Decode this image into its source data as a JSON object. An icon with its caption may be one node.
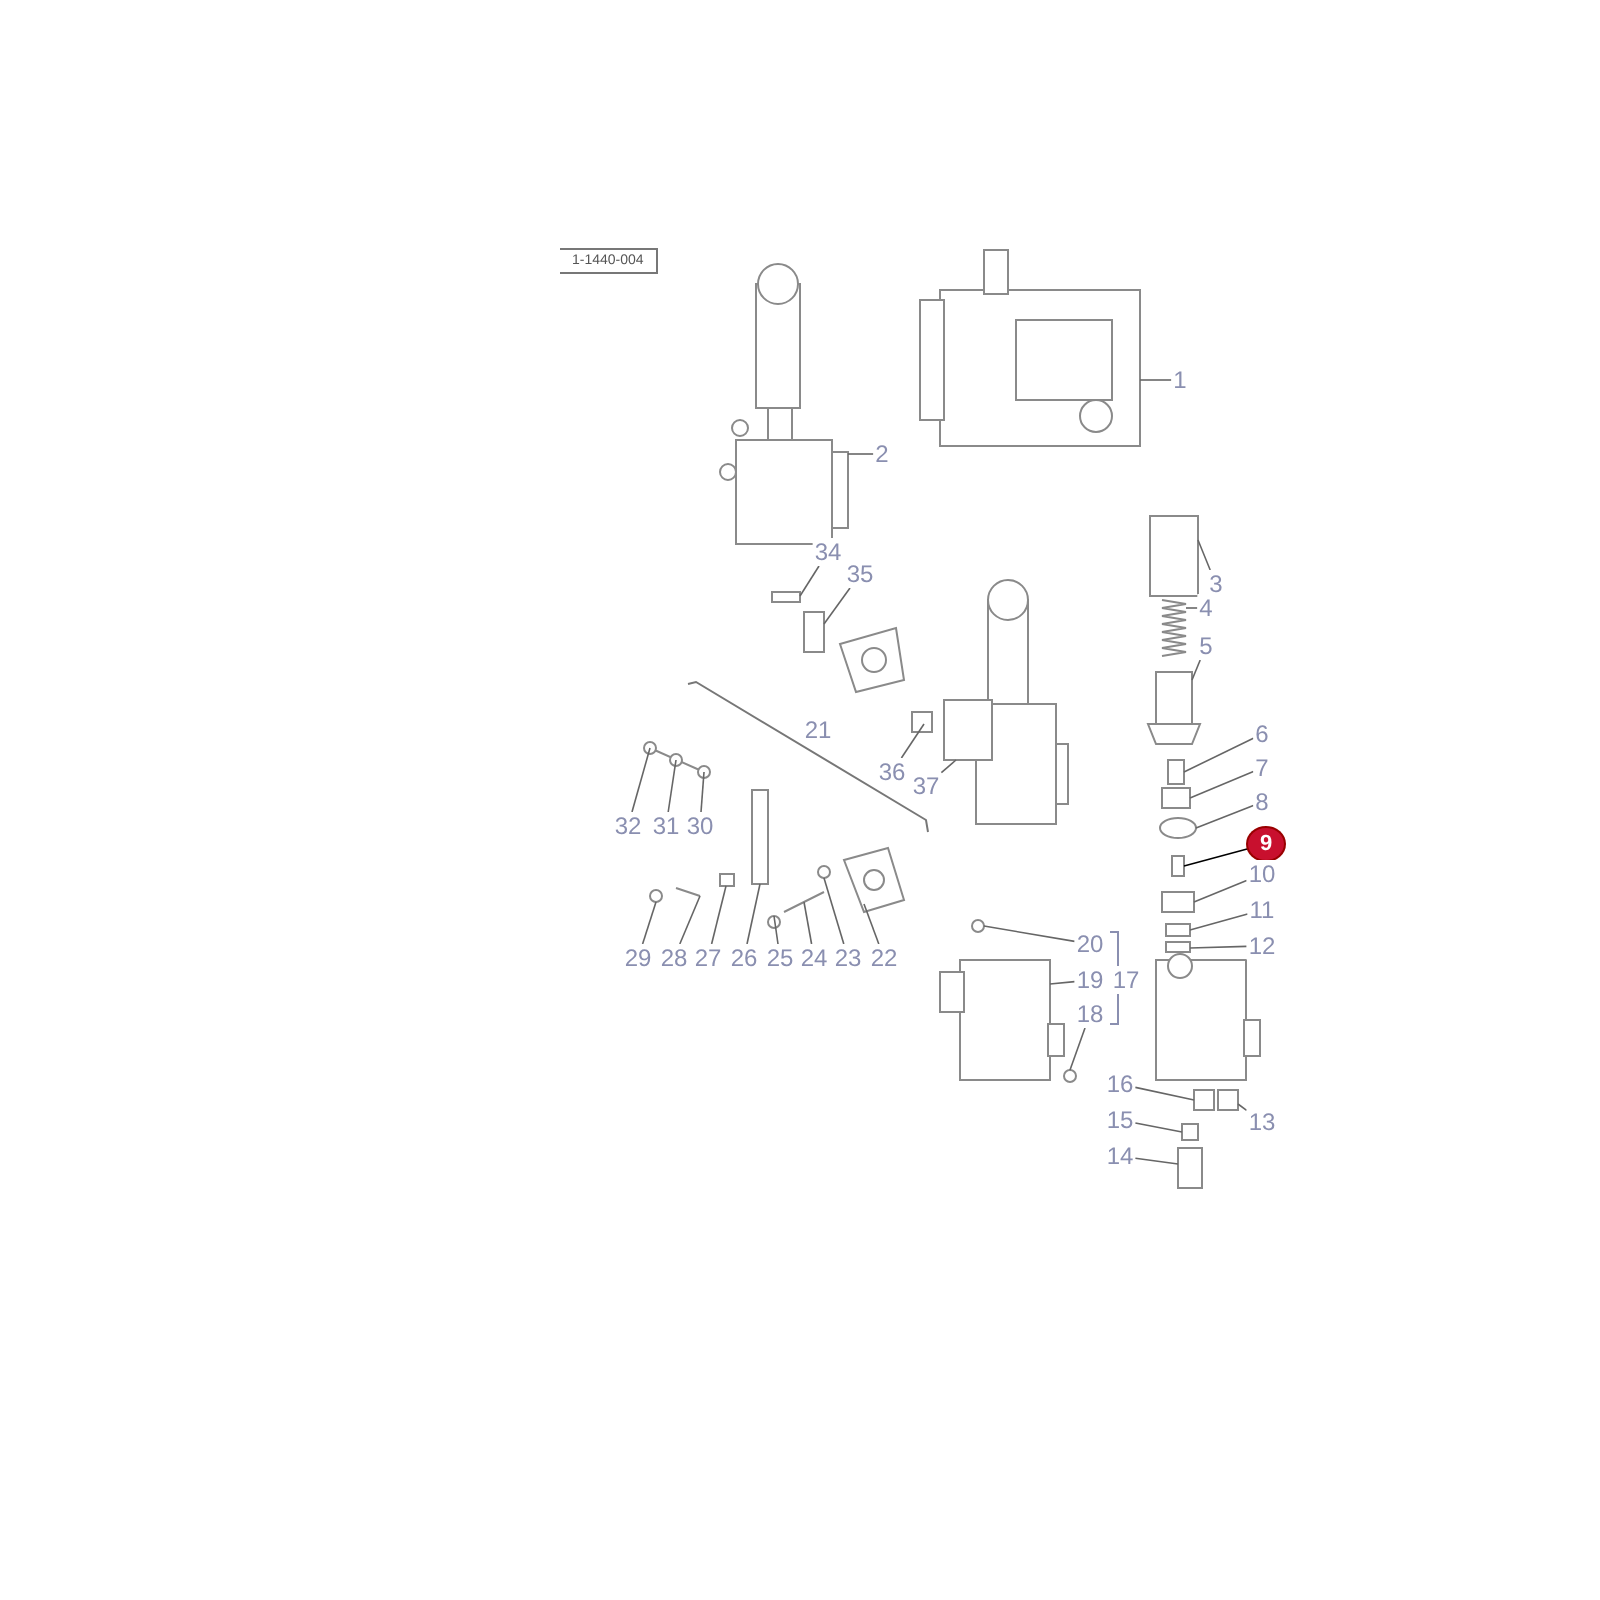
{
  "diagram": {
    "nodes": [
      {
        "text": [
          "1-1440-004"
        ]
      },
      {
        "text": [
          "1"
        ]
      },
      {
        "text": [
          "2"
        ]
      },
      {
        "text": [
          "3"
        ]
      },
      {
        "text": [
          "4"
        ]
      },
      {
        "text": [
          "5"
        ]
      },
      {
        "text": [
          "6"
        ]
      },
      {
        "text": [
          "7"
        ]
      },
      {
        "text": [
          "8"
        ]
      },
      {
        "text": [
          "9"
        ]
      },
      {
        "text": [
          "10"
        ]
      },
      {
        "text": [
          "11"
        ]
      },
      {
        "text": [
          "12"
        ]
      },
      {
        "text": [
          "13"
        ]
      },
      {
        "text": [
          "14"
        ]
      },
      {
        "text": [
          "15"
        ]
      },
      {
        "text": [
          "16"
        ]
      },
      {
        "text": [
          "17"
        ]
      },
      {
        "text": [
          "18"
        ]
      },
      {
        "text": [
          "19"
        ]
      },
      {
        "text": [
          "20"
        ]
      },
      {
        "text": [
          "21"
        ]
      },
      {
        "text": [
          "22"
        ]
      },
      {
        "text": [
          "23"
        ]
      },
      {
        "text": [
          "24"
        ]
      },
      {
        "text": [
          "25"
        ]
      },
      {
        "text": [
          "26"
        ]
      },
      {
        "text": [
          "27"
        ]
      },
      {
        "text": [
          "28"
        ]
      },
      {
        "text": [
          "29"
        ]
      },
      {
        "text": [
          "30"
        ]
      },
      {
        "text": [
          "31"
        ]
      },
      {
        "text": [
          "32"
        ]
      },
      {
        "text": [
          "34"
        ]
      },
      {
        "text": [
          "35"
        ]
      },
      {
        "text": [
          "36"
        ]
      },
      {
        "text": [
          "37"
        ]
      }
    ],
    "edges": [
      {
        "from": 1,
        "to": null,
        "arrow": "none"
      },
      {
        "from": 2,
        "to": null,
        "arrow": "none"
      },
      {
        "from": 3,
        "to": null,
        "arrow": "none"
      },
      {
        "from": 4,
        "to": null,
        "arrow": "none"
      },
      {
        "from": 5,
        "to": null,
        "arrow": "none"
      },
      {
        "from": 6,
        "to": null,
        "arrow": "none"
      },
      {
        "from": 7,
        "to": null,
        "arrow": "none"
      },
      {
        "from": 8,
        "to": null,
        "arrow": "none"
      },
      {
        "from": 9,
        "to": null,
        "arrow": "none",
        "color": "#000000"
      },
      {
        "from": 10,
        "to": null,
        "arrow": "none"
      },
      {
        "from": 11,
        "to": null,
        "arrow": "none"
      },
      {
        "from": 12,
        "to": null,
        "arrow": "none"
      },
      {
        "from": 13,
        "to": null,
        "arrow": "none"
      },
      {
        "from": 14,
        "to": null,
        "arrow": "none"
      },
      {
        "from": 15,
        "to": null,
        "arrow": "none"
      },
      {
        "from": 16,
        "to": null,
        "arrow": "none"
      },
      {
        "from": 18,
        "to": null,
        "arrow": "none"
      },
      {
        "from": 19,
        "to": null,
        "arrow": "none"
      },
      {
        "from": 20,
        "to": null,
        "arrow": "none"
      },
      {
        "from": 22,
        "to": null,
        "arrow": "none"
      },
      {
        "from": 23,
        "to": null,
        "arrow": "none"
      },
      {
        "from": 24,
        "to": null,
        "arrow": "none"
      },
      {
        "from": 25,
        "to": null,
        "arrow": "none"
      },
      {
        "from": 26,
        "to": null,
        "arrow": "none"
      },
      {
        "from": 27,
        "to": null,
        "arrow": "none"
      },
      {
        "from": 28,
        "to": null,
        "arrow": "none"
      },
      {
        "from": 29,
        "to": null,
        "arrow": "none"
      },
      {
        "from": 30,
        "to": null,
        "arrow": "none"
      },
      {
        "from": 31,
        "to": null,
        "arrow": "none"
      },
      {
        "from": 32,
        "to": null,
        "arrow": "none"
      },
      {
        "from": 33,
        "to": null,
        "arrow": "none"
      },
      {
        "from": 34,
        "to": null,
        "arrow": "none"
      },
      {
        "from": 35,
        "to": null,
        "arrow": "none"
      },
      {
        "from": 36,
        "to": null,
        "arrow": "none"
      }
    ]
  }
}
